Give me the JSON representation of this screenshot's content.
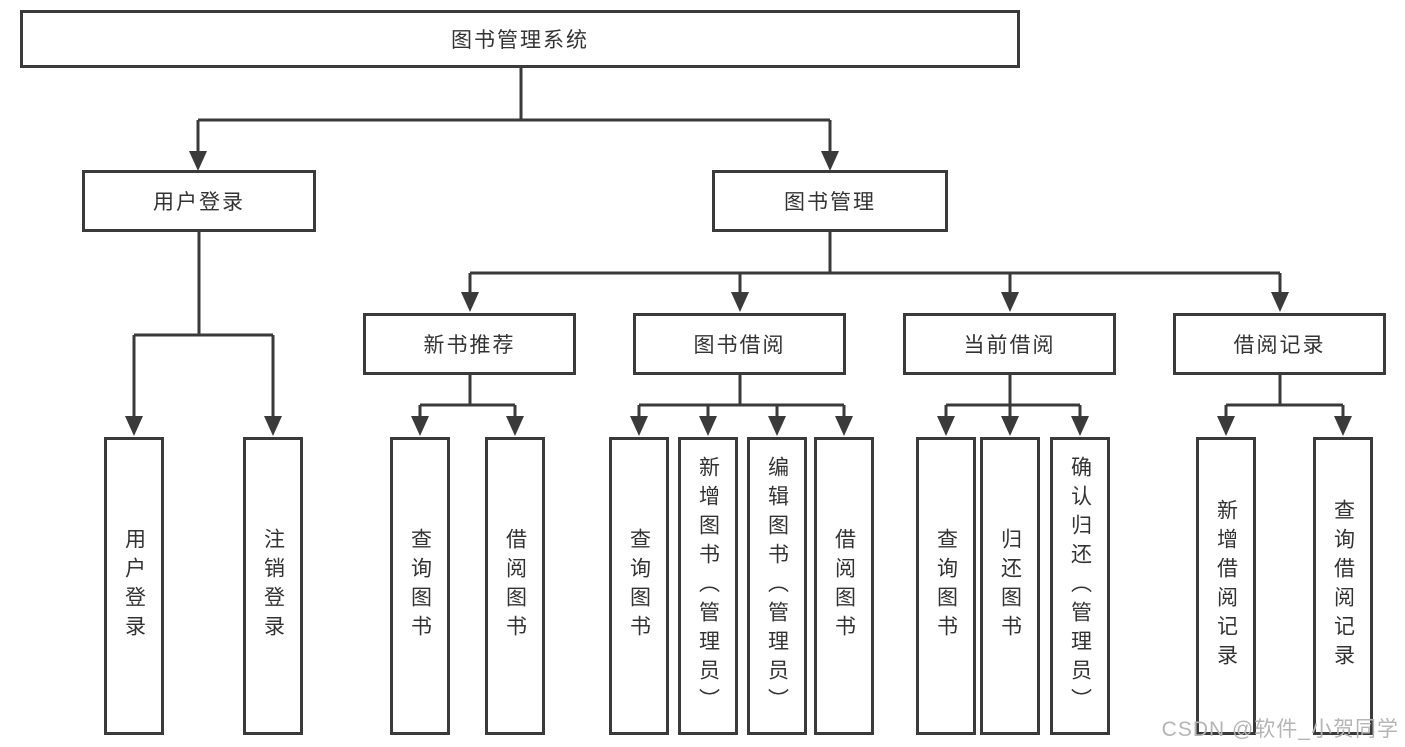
{
  "diagram": {
    "root": {
      "label": "图书管理系统"
    },
    "level2": [
      {
        "label": "用户登录"
      },
      {
        "label": "图书管理"
      }
    ],
    "level3": [
      {
        "label": "新书推荐"
      },
      {
        "label": "图书借阅"
      },
      {
        "label": "当前借阅"
      },
      {
        "label": "借阅记录"
      }
    ],
    "leaves": {
      "user_login": [
        {
          "label": "用户登录"
        },
        {
          "label": "注销登录"
        }
      ],
      "new_book": [
        {
          "label": "查询图书"
        },
        {
          "label": "借阅图书"
        }
      ],
      "book_borrow": [
        {
          "label": "查询图书"
        },
        {
          "label": "新增图书（管理员）"
        },
        {
          "label": "编辑图书（管理员）"
        },
        {
          "label": "借阅图书"
        }
      ],
      "current_borrow": [
        {
          "label": "查询图书"
        },
        {
          "label": "归还图书"
        },
        {
          "label": "确认归还（管理员）"
        }
      ],
      "borrow_record": [
        {
          "label": "新增借阅记录"
        },
        {
          "label": "查询借阅记录"
        }
      ]
    }
  },
  "watermark": {
    "text": "CSDN @软件_小贺同学"
  },
  "colors": {
    "line": "#3a3a3a",
    "box_border": "#3a3a3a",
    "box_background": "#ffffff",
    "text": "#333333",
    "watermark": "#b5b5b5",
    "background": "#ffffff"
  }
}
